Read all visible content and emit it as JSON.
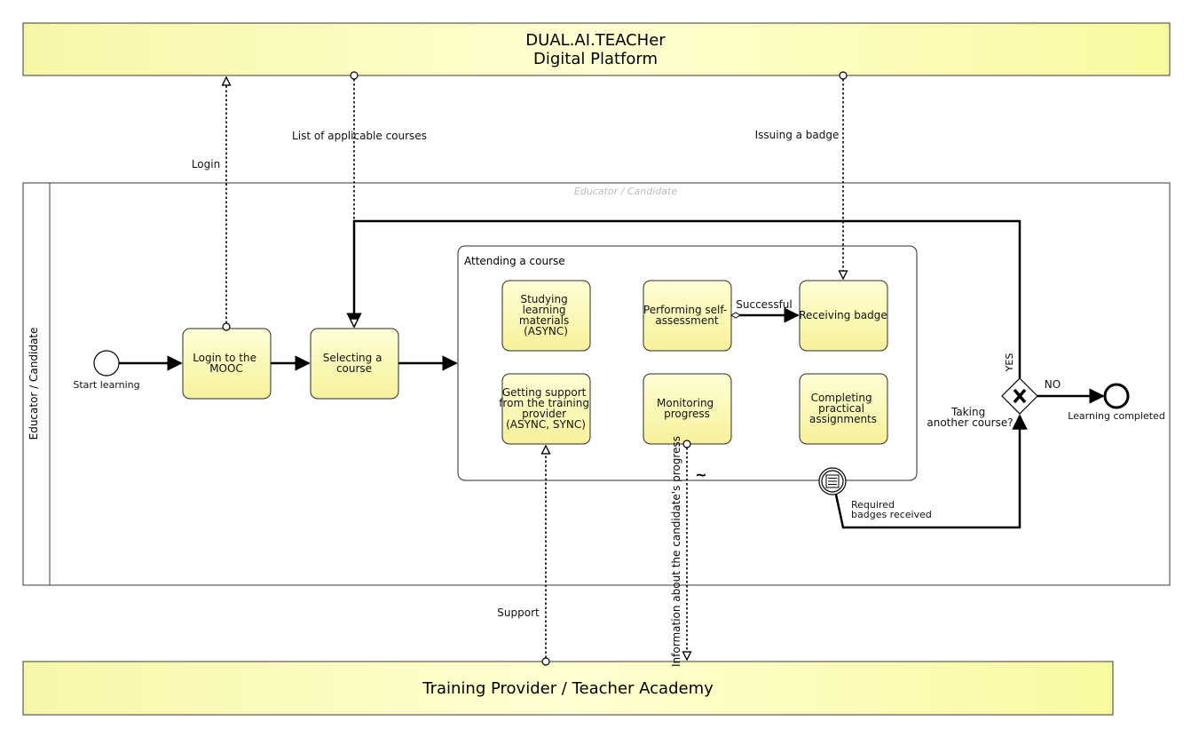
{
  "pools": {
    "platform": [
      "DUAL.AI.TEACHer",
      "Digital Platform"
    ],
    "provider": "Training Provider / Teacher Academy",
    "lane_title": "Educator / Candidate",
    "lane_watermark": "Educator / Candidate"
  },
  "events": {
    "start": "Start learning",
    "end": "Learning completed",
    "boundary": [
      "Required",
      "badges received"
    ]
  },
  "tasks": {
    "login": [
      "Login to the",
      "MOOC"
    ],
    "select": [
      "Selecting a",
      "course"
    ],
    "study": [
      "Studying",
      "learning",
      "materials",
      "(ASYNC)"
    ],
    "self": [
      "Performing self-",
      "assessment"
    ],
    "receive": [
      "Receiving badge"
    ],
    "support": [
      "Getting support",
      "from the training",
      "provider",
      "(ASYNC, SYNC)"
    ],
    "monitor": [
      "Monitoring",
      "progress"
    ],
    "assign": [
      "Completing",
      "practical",
      "assignments"
    ]
  },
  "subprocess": {
    "title": "Attending a course",
    "adhoc_marker": "~"
  },
  "gateway": {
    "question": [
      "Taking",
      "another course?"
    ],
    "yes": "YES",
    "no": "NO"
  },
  "flows": {
    "successful": "Successful"
  },
  "messages": {
    "login": "Login",
    "courses": "List of applicable courses",
    "badge": "Issuing a badge",
    "support": "Support",
    "progress": "Information about the candidate's progress"
  }
}
